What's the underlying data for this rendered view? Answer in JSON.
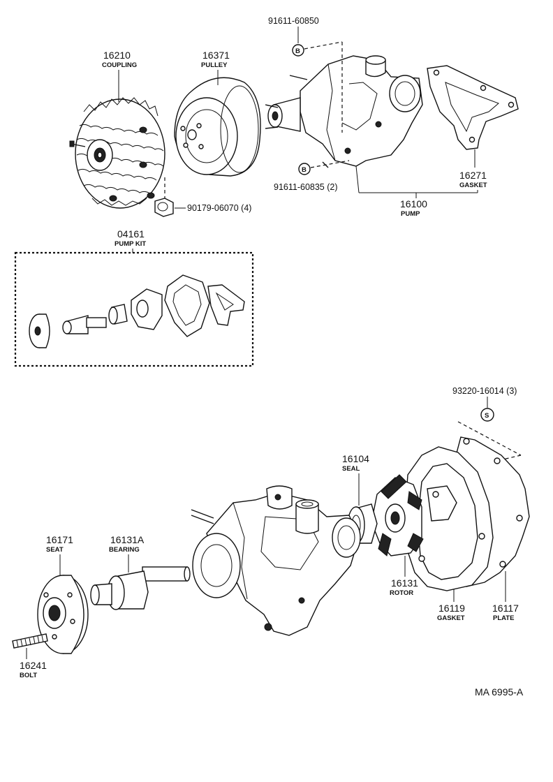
{
  "callouts": {
    "coupling": {
      "number": "16210",
      "name": "COUPLING"
    },
    "pulley": {
      "number": "16371",
      "name": "PULLEY"
    },
    "bolt_top": {
      "number": "91611-60850",
      "symbol": "B"
    },
    "bolt_mid": {
      "number": "91611-60835 (2)",
      "symbol": "B"
    },
    "nut": {
      "number": "90179-06070 (4)"
    },
    "gasket_top": {
      "number": "16271",
      "name": "GASKET"
    },
    "pump": {
      "number": "16100",
      "name": "PUMP"
    },
    "pump_kit": {
      "number": "04161",
      "name": "PUMP KIT"
    },
    "screw": {
      "number": "93220-16014 (3)",
      "symbol": "S"
    },
    "seal": {
      "number": "16104",
      "name": "SEAL"
    },
    "seat": {
      "number": "16171",
      "name": "SEAT"
    },
    "bearing": {
      "number": "16131A",
      "name": "BEARING"
    },
    "rotor": {
      "number": "16131",
      "name": "ROTOR"
    },
    "gasket_bottom": {
      "number": "16119",
      "name": "GASKET"
    },
    "plate": {
      "number": "16117",
      "name": "PLATE"
    },
    "bolt_bottom": {
      "number": "16241",
      "name": "BOLT"
    }
  },
  "footer": {
    "code": "MA 6995-A"
  }
}
